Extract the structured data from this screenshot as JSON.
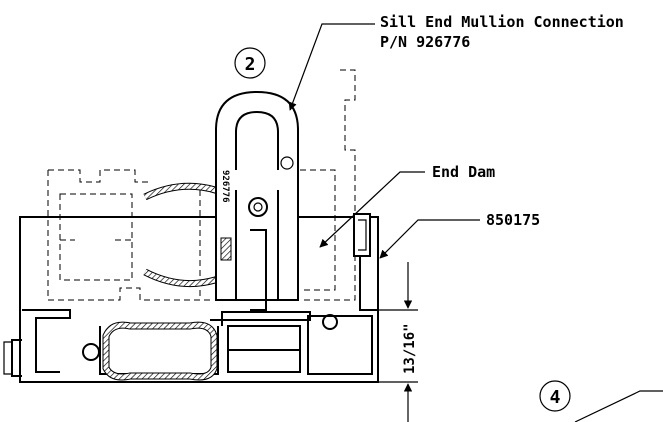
{
  "callouts": {
    "part_title": "Sill End Mullion Connection",
    "part_number": "P/N 926776",
    "end_dam": "End Dam",
    "sill_number": "850175",
    "dimension": "13/16\"",
    "balloon_top": "2",
    "balloon_bottom": "4"
  },
  "stamps": {
    "mullion_stamp": "926776"
  }
}
